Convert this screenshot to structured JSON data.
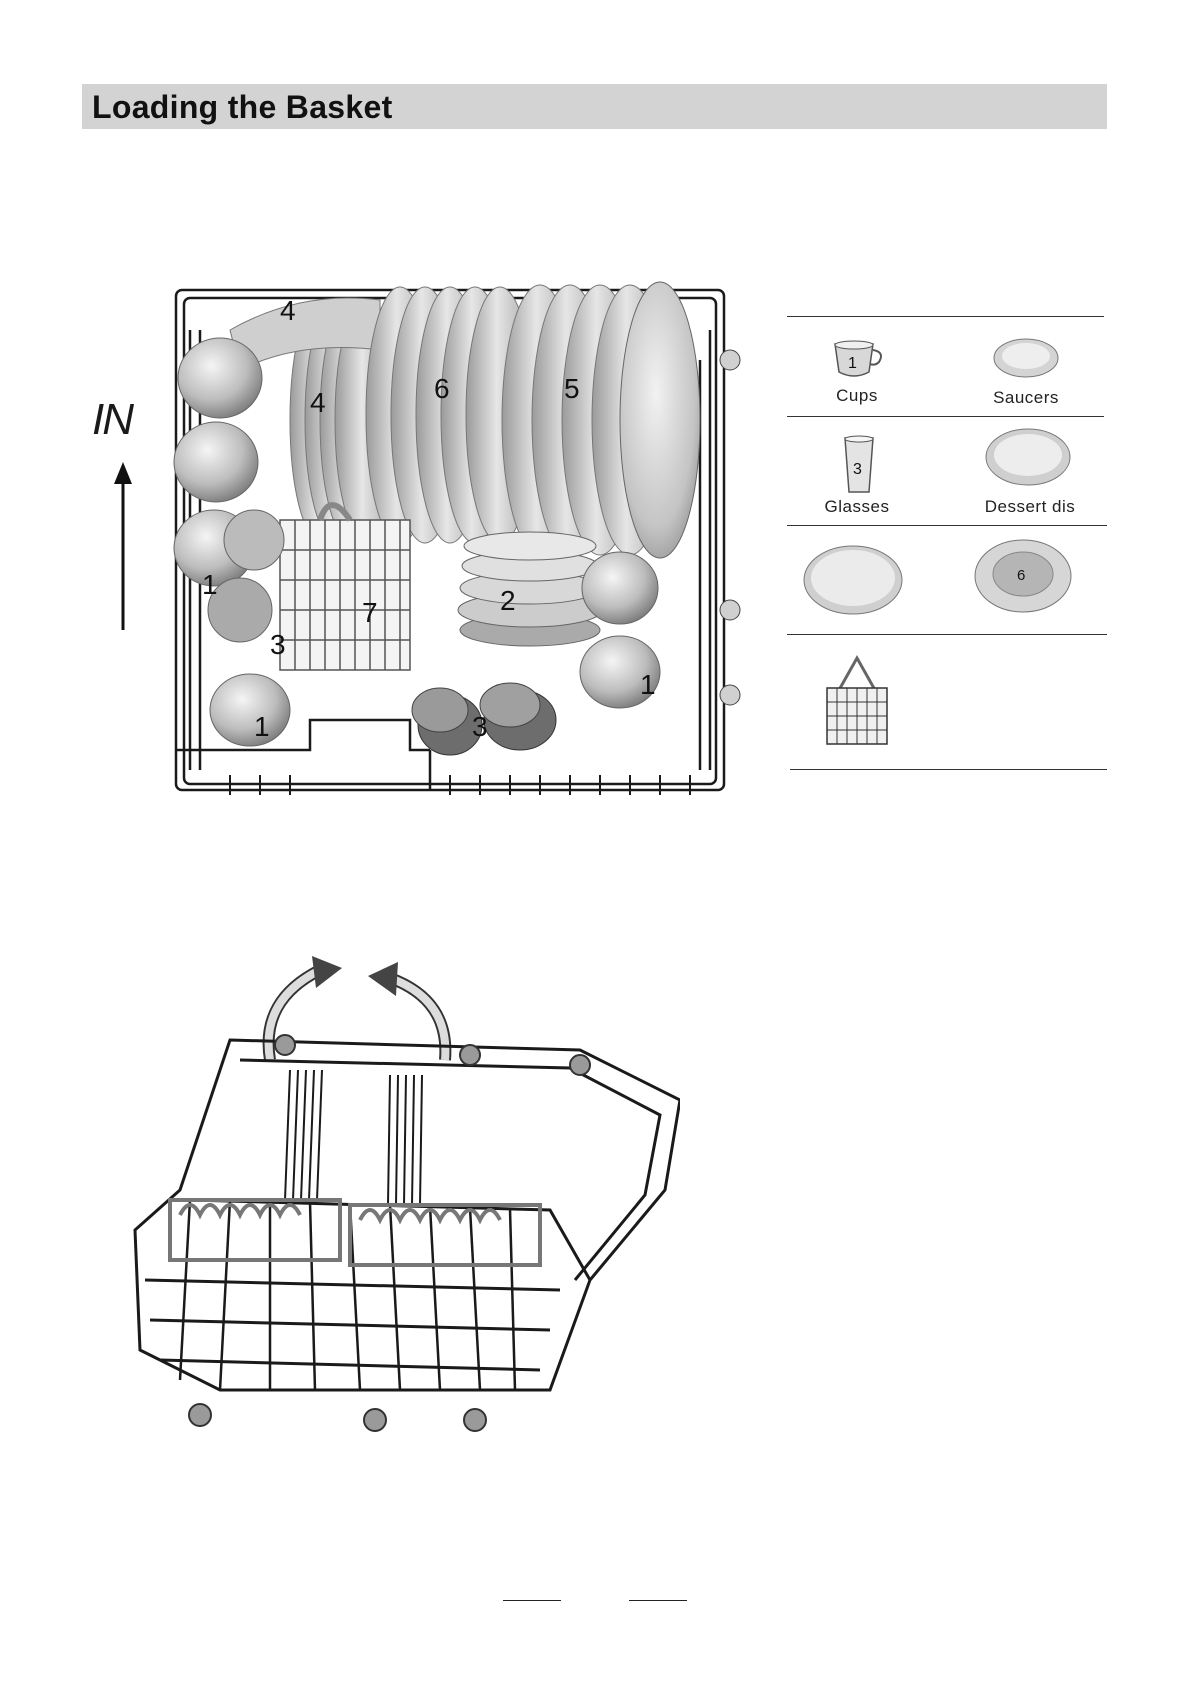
{
  "page": {
    "title": "Loading the Basket"
  },
  "top_diagram": {
    "direction_label": "IN",
    "callouts": {
      "c4a": "4",
      "c4b": "4",
      "c6": "6",
      "c5": "5",
      "c2": "2",
      "c7": "7",
      "c1a": "1",
      "c3a": "3",
      "c1b": "1",
      "c3b": "3",
      "c1c": "1"
    }
  },
  "legend": {
    "rows": [
      {
        "left_label": "Cups",
        "left_number": "1",
        "right_label": "Saucers",
        "right_number": ""
      },
      {
        "left_label": "Glasses",
        "left_number": "3",
        "right_label": "Dessert dis",
        "right_number": ""
      },
      {
        "left_label": "",
        "left_number": "",
        "right_label": "",
        "right_number": "6"
      },
      {
        "left_label": "",
        "left_number": "",
        "right_label": "",
        "right_number": ""
      }
    ]
  },
  "colors": {
    "title_bar": "#d3d3d3",
    "plate_fill": "#c8c8c8",
    "wire": "#1a1a1a"
  }
}
